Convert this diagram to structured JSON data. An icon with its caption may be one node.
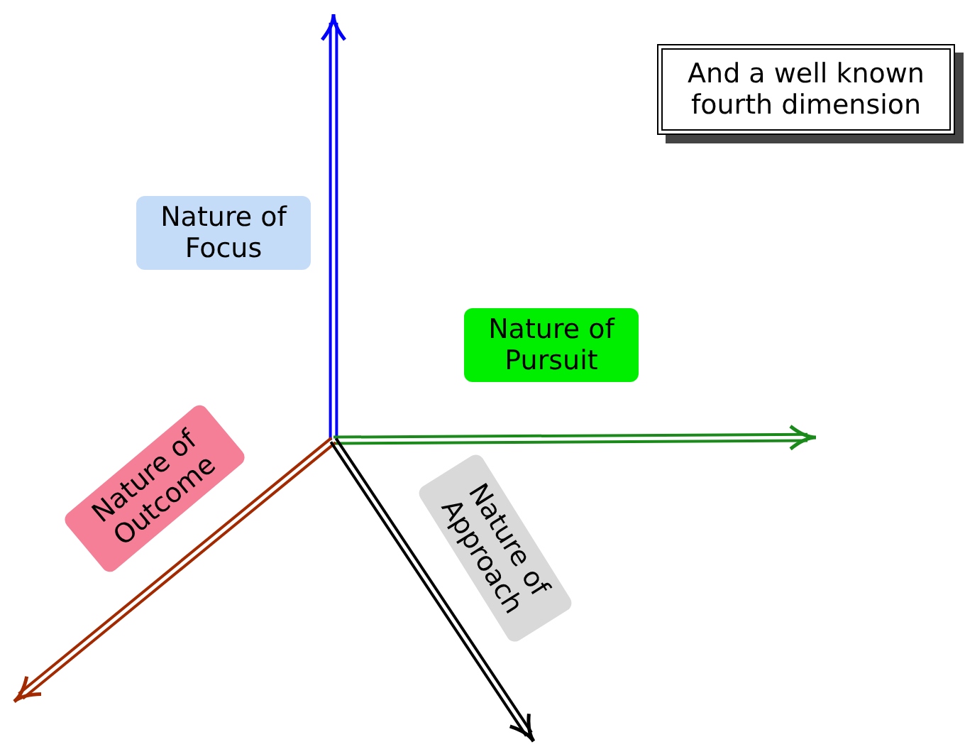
{
  "diagram": {
    "nodes": [
      {
        "text": [
          "Nature of Focus"
        ]
      },
      {
        "text": [
          "Nature of Pursuit"
        ]
      },
      {
        "text": [
          "Nature of Outcome"
        ]
      },
      {
        "text": [
          "Nature of Approach"
        ]
      },
      {
        "text": [
          "And a well known fourth dimension"
        ]
      }
    ]
  }
}
